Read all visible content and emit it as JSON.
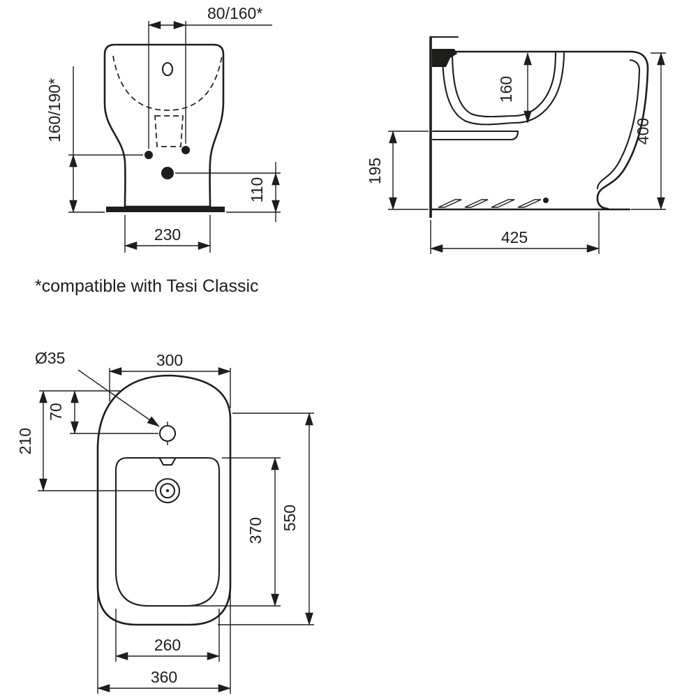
{
  "note": "*compatible with Tesi Classic",
  "colors": {
    "line": "#1d1d1b",
    "background": "#ffffff"
  },
  "dims": {
    "front": {
      "hole_spacing": "80/160*",
      "height_options": "160/190*",
      "outlet_height": "110",
      "base_width": "230"
    },
    "side": {
      "rim_to_bowl": "160",
      "height": "400",
      "inlet_height": "195",
      "depth": "425"
    },
    "plan": {
      "hole_diameter": "Ø35",
      "top_width": "300",
      "hole_offset": "70",
      "drain_offset": "210",
      "bowl_length": "370",
      "length": "550",
      "bowl_width": "260",
      "width": "360"
    }
  }
}
